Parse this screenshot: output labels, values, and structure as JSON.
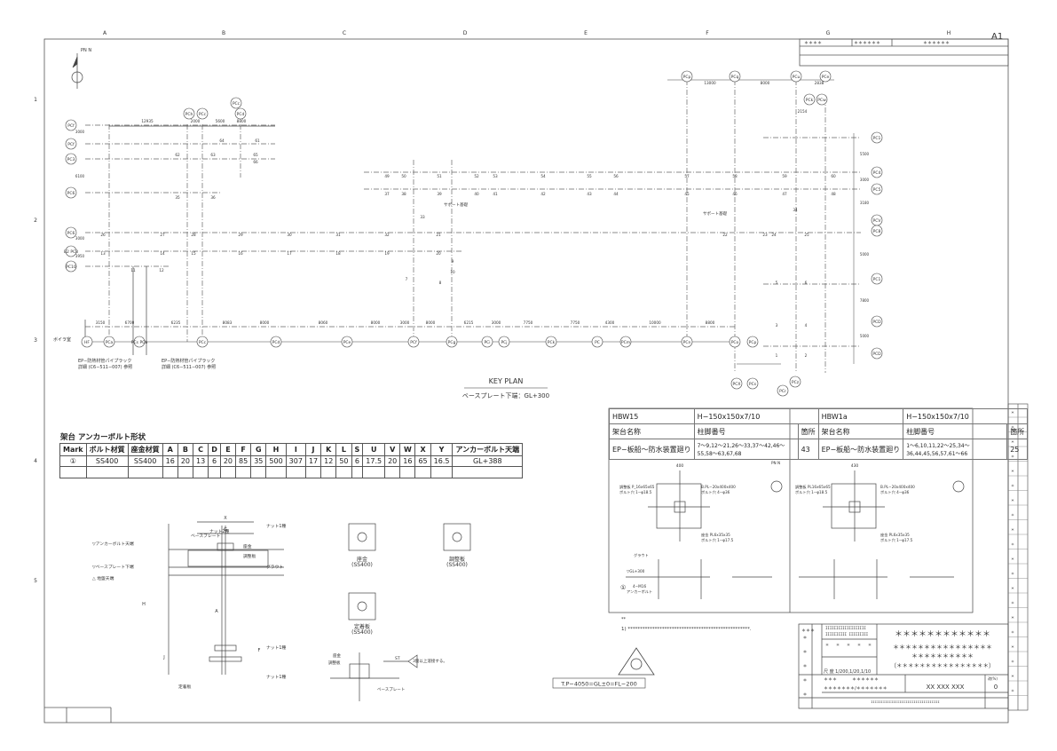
{
  "sheet": {
    "id": "A1",
    "grid_columns": [
      "A",
      "B",
      "C",
      "D",
      "E",
      "F",
      "G",
      "H"
    ],
    "grid_rows": [
      "1",
      "2",
      "3",
      "4",
      "5"
    ],
    "top_box": [
      "＊＊＊＊",
      "＊＊＊＊＊＊",
      "＊＊＊＊＊＊"
    ]
  },
  "key_plan": {
    "title": "KEY PLAN",
    "subtitle": "ベースプレート下端：GL+300",
    "north": "PN N",
    "row_labels": [
      "PCf",
      "PCf",
      "PC3",
      "PC6",
      "PC6",
      "B2 PC8",
      "PC10"
    ],
    "bottom_bubbles": [
      "HF",
      "PCa",
      "PCs PCb",
      "PCc",
      "PCd",
      "PCe",
      "PCf",
      "PCg",
      "PCi",
      "PCj",
      "PCk",
      "PC",
      "PCm",
      "PCn",
      "PCo",
      "PCp"
    ],
    "top_bubbles": [
      "PCh",
      "PCc",
      "PCc",
      "PCd",
      "PCp",
      "PCq",
      "PCu",
      "PCe",
      "PCk",
      "PCw"
    ],
    "right_bubbles": [
      "PC1",
      "PC4",
      "PC5",
      "PCV",
      "PC8",
      "PC1",
      "PCD",
      "PCD"
    ],
    "bottom_right_bubbles": [
      "PCX",
      "PCs",
      "PCr",
      "PCz"
    ],
    "top_dims": [
      "12935",
      "2000",
      "5600",
      "8800",
      "13000",
      "8000",
      "2838",
      "2154"
    ],
    "bottom_dims": [
      "3150",
      "6700",
      "6235",
      "8083",
      "8000",
      "8060",
      "8000",
      "3000",
      "8000",
      "6215",
      "3000",
      "7750",
      "7750",
      "4300",
      "10000",
      "8800"
    ],
    "left_dims": [
      "3000",
      "6100",
      "3000",
      "3950"
    ],
    "right_dims": [
      "5500",
      "3000",
      "3180",
      "5000",
      "7800",
      "5000"
    ],
    "nodes_upper": [
      "49",
      "50",
      "51",
      "52",
      "53",
      "54",
      "55",
      "56",
      "57",
      "58",
      "59",
      "60"
    ],
    "nodes_lower": [
      "37",
      "38",
      "39",
      "40",
      "41",
      "42",
      "43",
      "44",
      "45",
      "46",
      "47",
      "48"
    ],
    "nodes_row1": [
      "26",
      "27",
      "28",
      "29",
      "30",
      "31",
      "32",
      "21",
      "22",
      "23",
      "24",
      "25"
    ],
    "nodes_row2": [
      "13",
      "14",
      "15",
      "16",
      "17",
      "18",
      "19",
      "20"
    ],
    "nodes_misc": [
      "61",
      "62",
      "63",
      "64",
      "65",
      "66",
      "35",
      "36",
      "33",
      "34",
      "1",
      "2",
      "3",
      "4",
      "5",
      "6",
      "7",
      "8",
      "9",
      "10",
      "11",
      "12"
    ],
    "notes_left": [
      "ボイラ室",
      "EP−防熱材管パイプラック",
      "詳細 (C6−511−007) 参照",
      "EP−防熱材管パイプラック",
      "詳細 (C6−511−007) 参照"
    ],
    "small_notes": [
      "サポート基礎",
      "サポート基礎"
    ]
  },
  "anchor_table": {
    "title": "架台 アンカーボルト形状",
    "headers": [
      "Mark",
      "ボルト材質",
      "座金材質",
      "A",
      "B",
      "C",
      "D",
      "E",
      "F",
      "G",
      "H",
      "I",
      "J",
      "K",
      "L",
      "S",
      "U",
      "V",
      "W",
      "X",
      "Y",
      "アンカーボルト天端"
    ],
    "rows": [
      [
        "①",
        "SS400",
        "SS400",
        "16",
        "20",
        "13",
        "6",
        "20",
        "85",
        "35",
        "500",
        "307",
        "17",
        "12",
        "50",
        "6",
        "17.5",
        "20",
        "16",
        "65",
        "16.5",
        "GL+388"
      ]
    ]
  },
  "anchor_detail": {
    "labels": [
      "ベースプレート",
      "ナット2種",
      "座金",
      "調整板",
      "ナット1種",
      "グラウト",
      "▽アンカーボルト天端",
      "▽ベースプレート下端",
      "△ 地盤天端",
      "ナット1種",
      "ナット1種",
      "定着板"
    ],
    "dim_labels": [
      "X",
      "G",
      "H",
      "A",
      "F",
      "J"
    ],
    "washer_captions": [
      "座金",
      "(SS400)",
      "調整板",
      "(SS400)",
      "定着板",
      "(SS400)"
    ],
    "weld_labels": [
      "座金",
      "調整板",
      "ベースプレート",
      "3箇以上溶接する。",
      "ST"
    ]
  },
  "hbw_table": {
    "col1_type": "HBW15",
    "col1_size": "H−150x150x7/10",
    "col2_type": "HBW1a",
    "col2_size": "H−150x150x7/10",
    "header_name": "架台名称",
    "header_no": "柱脚番号",
    "header_count": "箇所",
    "row1_name": "EP−板船〜防水装置廻り",
    "row1_no": "7〜9,12〜21,26〜33,37〜42,46〜55,58〜63,67,68",
    "row1_count": "43",
    "row2_name": "EP−板船〜防水装置廻り",
    "row2_no": "1〜6,10,11,22〜25,34〜36,44,45,56,57,61〜66",
    "row2_count": "25"
  },
  "base_details": {
    "dims_top": [
      "400",
      "430"
    ],
    "callouts_left": [
      "調整板 P_16x65x65",
      "ボルト穴 1−φ18.5",
      "B.PL−20x400x400",
      "ボルト穴 4−φ36",
      "座金 PL6x35x35",
      "ボルト穴 1−φ17.5"
    ],
    "callouts_right": [
      "調整板 PL16x65x65",
      "ボルト穴 1−φ18.5",
      "B.PL−20x400x400",
      "ボルト穴 4−φ36",
      "座金 PL6x35x35",
      "ボルト穴 1−φ17.5"
    ],
    "small_labels": [
      "グラウト",
      "▽GL+300",
      "4−M16",
      "アンカーボルト",
      "①",
      "PN N"
    ]
  },
  "notes": {
    "marker": "**",
    "line": "1) **************************************************."
  },
  "elevation_note": "T.P−4050=GL±0=FL−200",
  "title_block": {
    "company": "＊＊＊",
    "code1": "IIIIIIIIIIIIIIIIIII",
    "code2": "IIIIIIIIII IIIIIIIII",
    "project": "＊＊＊＊＊＊＊＊＊＊＊＊",
    "line2": "＊＊＊＊＊＊＊＊＊＊＊＊＊＊＊＊",
    "line3": "＊＊＊＊＊＊＊＊＊＊",
    "line4": "（＊＊＊＊＊＊＊＊＊＊＊＊＊＊＊＊）",
    "scale": "尺 度  1/200,1/20,1/10",
    "row_a": [
      "＊＊＊",
      "＊＊＊＊＊＊"
    ],
    "row_b": [
      "＊＊＊＊＊＊＊/＊＊＊＊＊＊＊"
    ],
    "drawing_no": "XX XXX XXX",
    "revision": "0",
    "cell_mark": "改(%)",
    "bottom_code": "IIIIIIIIIIIIIIIIIIIIIIIIIIIIIIIIII",
    "left_col": [
      "＊",
      "＊",
      "＊",
      "＊",
      "＊"
    ],
    "top_cells": [
      "＊",
      "＊",
      "＊",
      "＊",
      "＊"
    ]
  },
  "revision_strip": [
    "＊",
    "＊",
    "＊",
    "＊",
    "＊",
    "＊",
    "＊",
    "＊",
    "＊",
    "＊",
    "＊",
    "＊",
    "＊",
    "＊",
    "＊",
    "＊",
    "＊",
    "＊",
    "＊",
    "＊"
  ]
}
